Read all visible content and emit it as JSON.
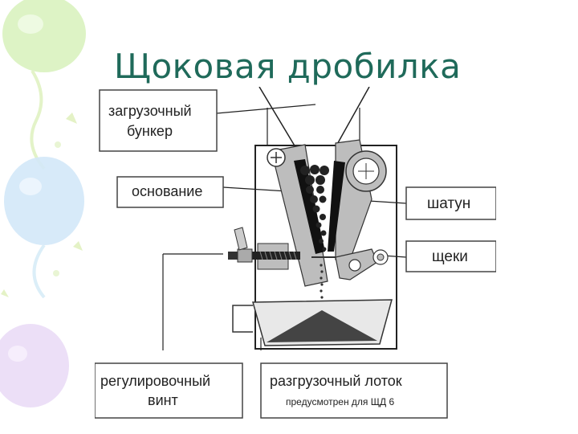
{
  "title": "Щоковая дробилка",
  "labels": {
    "hopper_line1": "загрузочный",
    "hopper_line2": "бункер",
    "base": "основание",
    "connecting_rod": "шатун",
    "jaws": "щеки",
    "screw_line1": "регулировочный",
    "screw_line2": "винт",
    "chute": "разгрузочный лоток",
    "chute_note": "предусмотрен для ЩД 6"
  },
  "colors": {
    "title": "#1f6a5a",
    "balloon_green": "#d6f0b8",
    "balloon_blue": "#cfe6f7",
    "balloon_pink": "#ecdcf5"
  }
}
